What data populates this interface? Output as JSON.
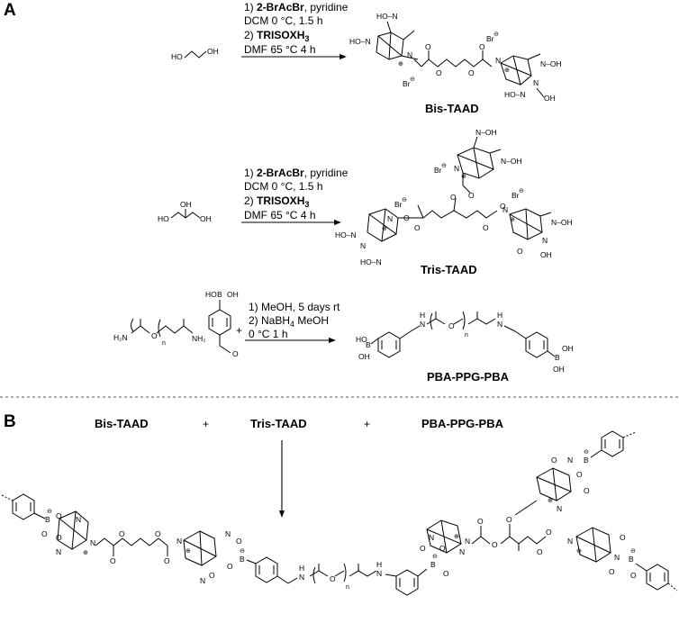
{
  "panels": {
    "a": "A",
    "b": "B"
  },
  "reactions": [
    {
      "step1_prefix": "1) ",
      "step1_reagent": "2-BrAcBr",
      "step1_suffix": ", pyridine",
      "step1_line2": "DCM 0 °C, 1.5 h",
      "step2_prefix": "2) ",
      "step2_reagent": "TRISOXH",
      "step2_sub": "3",
      "step2_line2": "DMF 65 °C 4 h",
      "product": "Bis-TAAD"
    },
    {
      "step1_prefix": "1) ",
      "step1_reagent": "2-BrAcBr",
      "step1_suffix": ", pyridine",
      "step1_line2": "DCM 0 °C, 1.5 h",
      "step2_prefix": "2) ",
      "step2_reagent": "TRISOXH",
      "step2_sub": "3",
      "step2_line2": "DMF 65 °C 4 h",
      "product": "Tris-TAAD"
    },
    {
      "line1": "1) MeOH, 5 days rt",
      "line2_prefix": "2) NaBH",
      "line2_sub": "4",
      "line2_suffix": " MeOH",
      "line3": "0 °C 1 h",
      "product": "PBA-PPG-PBA"
    }
  ],
  "plus": "+",
  "panel_b": {
    "components": [
      "Bis-TAAD",
      "Tris-TAAD",
      "PBA-PPG-PBA"
    ]
  },
  "atoms": {
    "ho": "HO",
    "oh": "OH",
    "h2n": "H₂N",
    "nh2": "NH₂",
    "o": "O",
    "n": "N",
    "b": "B",
    "h": "H",
    "n_sub": "n",
    "hon": "HO–N",
    "noh": "N–OH",
    "br": "Br",
    "ominus": "⊖",
    "oplus": "⊕"
  }
}
